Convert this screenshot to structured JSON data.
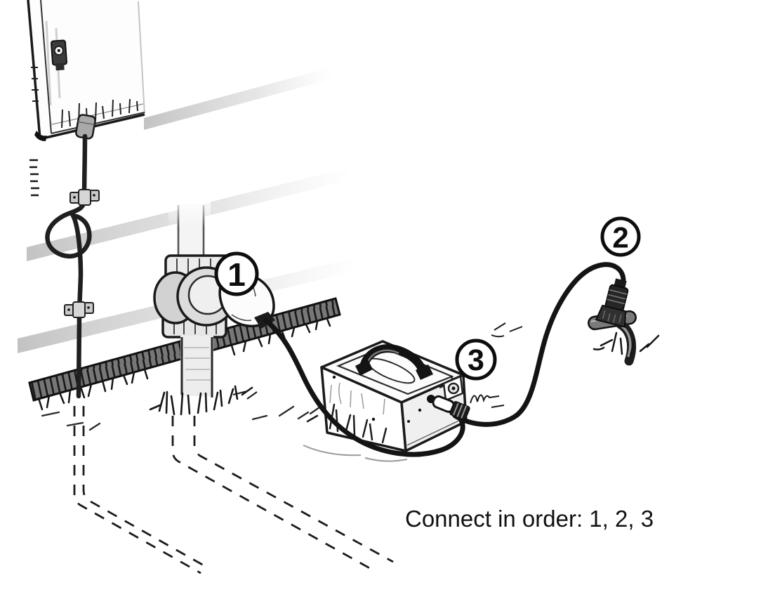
{
  "figure": {
    "type": "instructional-line-illustration",
    "caption": "Connect in order: 1, 2, 3",
    "callouts": [
      {
        "label": "1",
        "part": "valve-connector"
      },
      {
        "label": "2",
        "part": "faucet-connector"
      },
      {
        "label": "3",
        "part": "controller-box-connector"
      }
    ],
    "colors": {
      "ink": "#1a1a1a",
      "paper": "#ffffff",
      "shade_gray": "#9b9b9b"
    }
  }
}
